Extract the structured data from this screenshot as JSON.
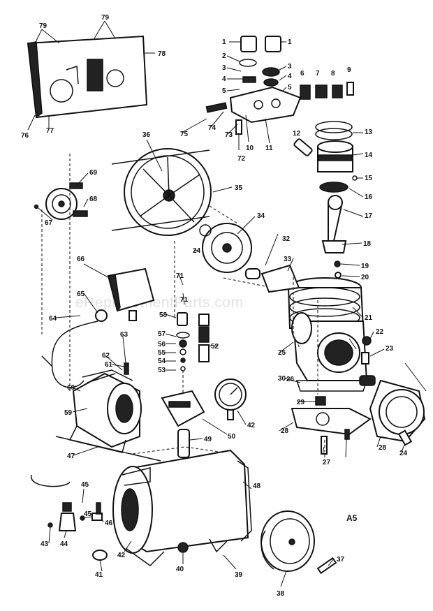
{
  "watermark": "eReplacementParts.com",
  "diagram_code": "A5",
  "callouts": [
    {
      "text": "79"
    },
    {
      "text": "79"
    },
    {
      "text": "78"
    },
    {
      "text": "76"
    },
    {
      "text": "77"
    },
    {
      "text": "1"
    },
    {
      "text": "1"
    },
    {
      "text": "2"
    },
    {
      "text": "3"
    },
    {
      "text": "3"
    },
    {
      "text": "4"
    },
    {
      "text": "4"
    },
    {
      "text": "5"
    },
    {
      "text": "5"
    },
    {
      "text": "6"
    },
    {
      "text": "7"
    },
    {
      "text": "8"
    },
    {
      "text": "9"
    },
    {
      "text": "75"
    },
    {
      "text": "74"
    },
    {
      "text": "73"
    },
    {
      "text": "72"
    },
    {
      "text": "10"
    },
    {
      "text": "11"
    },
    {
      "text": "12"
    },
    {
      "text": "13"
    },
    {
      "text": "14"
    },
    {
      "text": "15"
    },
    {
      "text": "16"
    },
    {
      "text": "17"
    },
    {
      "text": "18"
    },
    {
      "text": "19"
    },
    {
      "text": "20"
    },
    {
      "text": "21"
    },
    {
      "text": "22"
    },
    {
      "text": "23"
    },
    {
      "text": "24"
    },
    {
      "text": "25"
    },
    {
      "text": "26"
    },
    {
      "text": "27"
    },
    {
      "text": "28"
    },
    {
      "text": "28"
    },
    {
      "text": "29"
    },
    {
      "text": "30"
    },
    {
      "text": "32"
    },
    {
      "text": "33"
    },
    {
      "text": "34"
    },
    {
      "text": "35"
    },
    {
      "text": "36"
    },
    {
      "text": "24"
    },
    {
      "text": "71"
    },
    {
      "text": "71"
    },
    {
      "text": "69"
    },
    {
      "text": "68"
    },
    {
      "text": "67"
    },
    {
      "text": "66"
    },
    {
      "text": "65"
    },
    {
      "text": "64"
    },
    {
      "text": "63"
    },
    {
      "text": "62"
    },
    {
      "text": "61"
    },
    {
      "text": "60"
    },
    {
      "text": "59"
    },
    {
      "text": "58"
    },
    {
      "text": "57"
    },
    {
      "text": "56"
    },
    {
      "text": "55"
    },
    {
      "text": "54"
    },
    {
      "text": "53"
    },
    {
      "text": "52"
    },
    {
      "text": "50"
    },
    {
      "text": "42"
    },
    {
      "text": "49"
    },
    {
      "text": "47"
    },
    {
      "text": "48"
    },
    {
      "text": "45"
    },
    {
      "text": "45"
    },
    {
      "text": "46"
    },
    {
      "text": "44"
    },
    {
      "text": "43"
    },
    {
      "text": "41"
    },
    {
      "text": "42"
    },
    {
      "text": "40"
    },
    {
      "text": "39"
    },
    {
      "text": "38"
    },
    {
      "text": "37"
    }
  ]
}
